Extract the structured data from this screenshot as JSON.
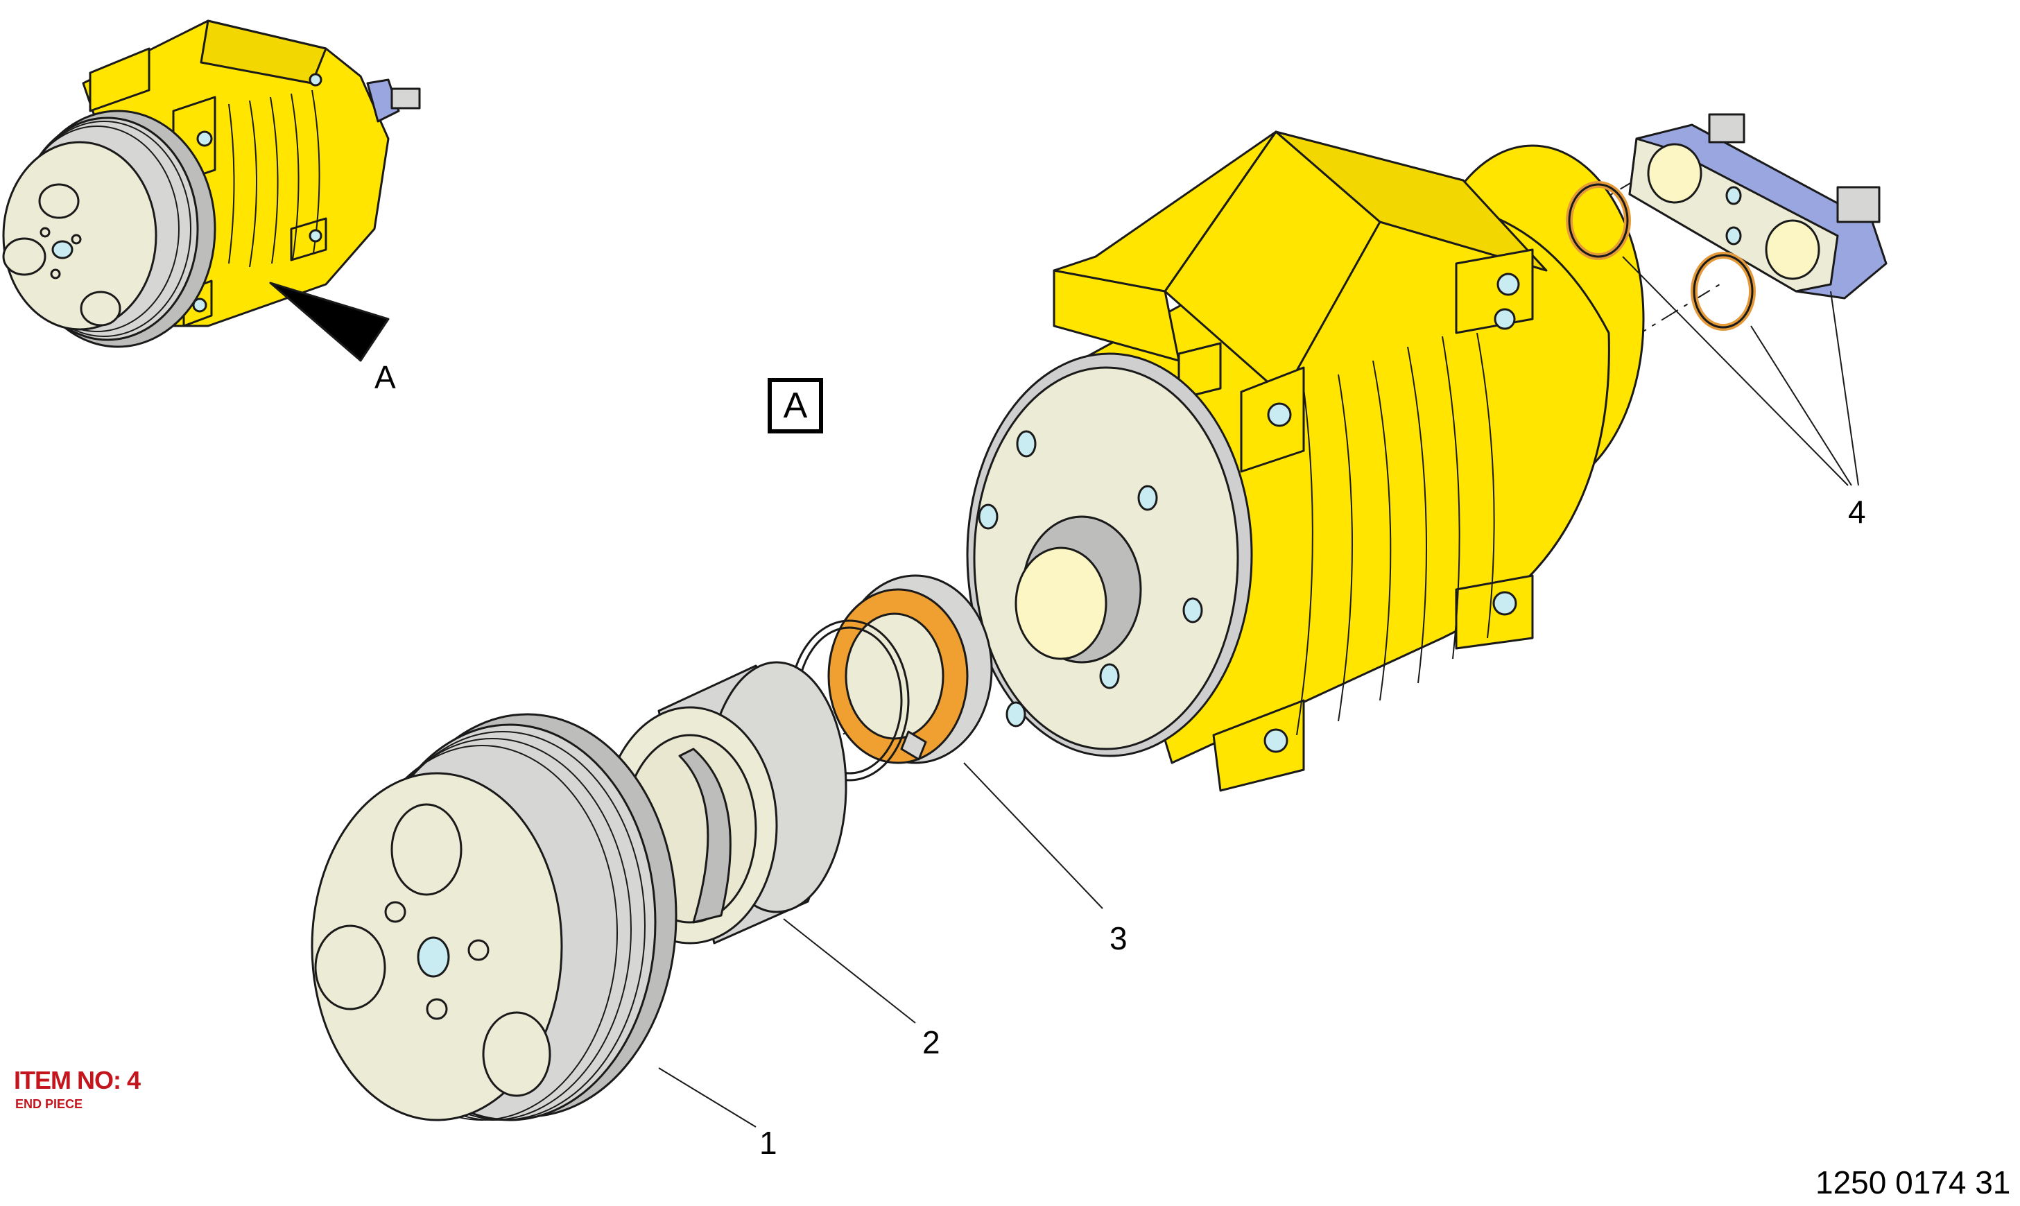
{
  "diagram": {
    "view_marker_label": "A",
    "detail_view_label": "A",
    "callouts": [
      "1",
      "2",
      "3",
      "4"
    ],
    "item_title": "ITEM NO: 4",
    "item_subtitle": "END PIECE",
    "document_number": "1250 0174 31"
  },
  "colors": {
    "compressor_body": "#ffe500",
    "pulley": "#d8d8d6",
    "face": "#ecebd6",
    "seal_ring": "#f0a030",
    "end_plate": "#9aa6e0",
    "highlight_text": "#c4141c"
  }
}
